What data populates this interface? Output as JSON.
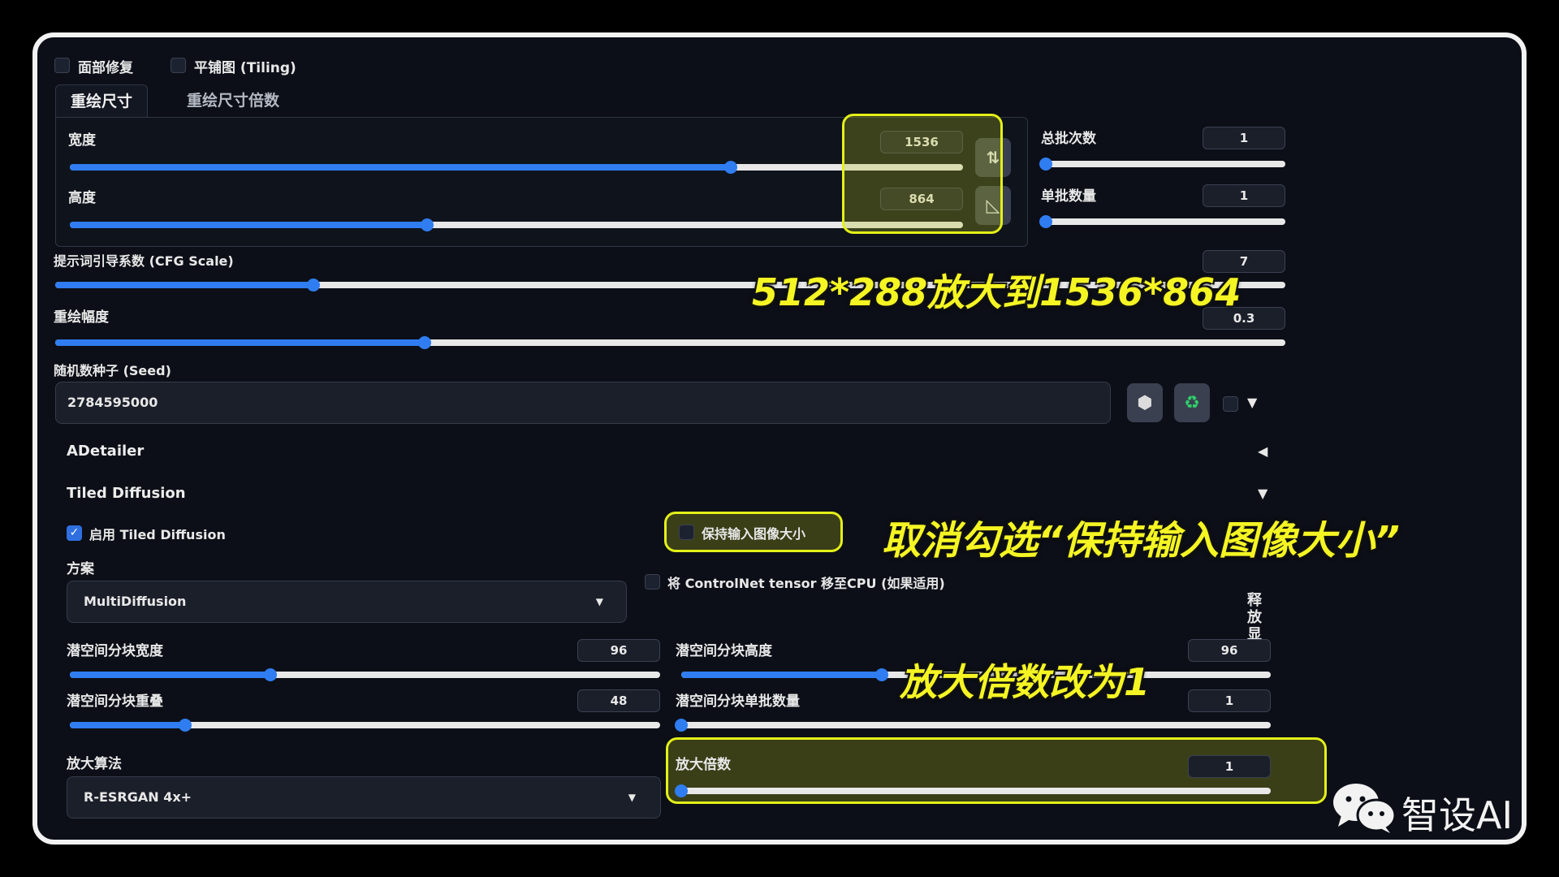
{
  "checkboxes": {
    "face_restore": "面部修复",
    "tiling": "平铺图 (Tiling)"
  },
  "tabs": [
    {
      "label": "重绘尺寸",
      "active": true
    },
    {
      "label": "重绘尺寸倍数",
      "active": false
    }
  ],
  "size": {
    "width_label": "宽度",
    "width_value": "1536",
    "width_fraction": 0.74,
    "height_label": "高度",
    "height_value": "864",
    "height_fraction": 0.4
  },
  "batch": {
    "count_label": "总批次数",
    "count_value": "1",
    "size_label": "单批数量",
    "size_value": "1"
  },
  "cfg": {
    "label": "提示词引导系数 (CFG Scale)",
    "value": "7",
    "fraction": 0.21
  },
  "denoise": {
    "label": "重绘幅度",
    "value": "0.3",
    "fraction": 0.3
  },
  "seed": {
    "label": "随机数种子 (Seed)",
    "value": "2784595000"
  },
  "accordions": {
    "adetailer": "ADetailer",
    "tiled_diffusion": "Tiled Diffusion"
  },
  "tiled": {
    "enable_label": "启用 Tiled Diffusion",
    "keep_size_label": "保持输入图像大小",
    "method_label": "方案",
    "method_value": "MultiDiffusion",
    "controlnet_label": "将 ControlNet tensor 移至CPU (如果适用)",
    "release_vram": "释放显",
    "tile_width_label": "潜空间分块宽度",
    "tile_width_value": "96",
    "tile_width_fraction": 0.34,
    "tile_height_label": "潜空间分块高度",
    "tile_height_value": "96",
    "tile_height_fraction": 0.34,
    "tile_overlap_label": "潜空间分块重叠",
    "tile_overlap_value": "48",
    "tile_overlap_fraction": 0.195,
    "tile_batch_label": "潜空间分块单批数量",
    "tile_batch_value": "1",
    "tile_batch_fraction": 0.0,
    "upscaler_label": "放大算法",
    "upscaler_value": "R-ESRGAN 4x+",
    "scale_label": "放大倍数",
    "scale_value": "1",
    "scale_fraction": 0.0
  },
  "annotations": {
    "size_note": "512*288放大到1536*864",
    "keep_size_note": "取消勾选“保持输入图像大小”",
    "scale_note": "放大倍数改为1"
  },
  "watermark": "智设AI",
  "icons": {
    "swap": "swap-arrows-icon",
    "aspect": "triangle-ruler-icon",
    "dice": "dice-icon",
    "recycle": "recycle-icon",
    "collapse": "triangle-left-icon",
    "expand": "triangle-down-icon",
    "wechat": "wechat-icon"
  },
  "colors": {
    "accent": "#2f7df1",
    "highlight": "#e3f019",
    "annotation": "#f4f523"
  }
}
